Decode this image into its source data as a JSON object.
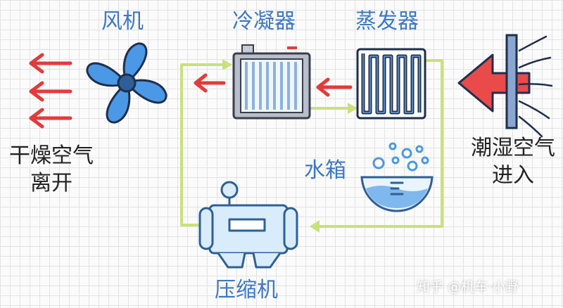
{
  "labels": {
    "fan": "风机",
    "condenser": "冷凝器",
    "evaporator": "蒸发器",
    "dry_air_line1": "干燥空气",
    "dry_air_line2": "离开",
    "humid_air_line1": "潮湿空气",
    "humid_air_line2": "进入",
    "water_tank": "水箱",
    "compressor": "压缩机"
  },
  "watermark": "知乎 @机车·小野",
  "icons": [
    "arrow-icon",
    "fan-icon",
    "condenser-icon",
    "evaporator-icon",
    "water-tank-icon",
    "compressor-icon",
    "air-intake-icon"
  ],
  "colors": {
    "label_blue": "#3d78c6",
    "arrow_red": "#e23b3b",
    "pipe_green": "#c9e17a",
    "fan_blue": "#4a98e6",
    "coil_dark": "#1e2f4c",
    "device_light_blue": "#d8ecfb",
    "outline_blue": "#2f5f96"
  }
}
